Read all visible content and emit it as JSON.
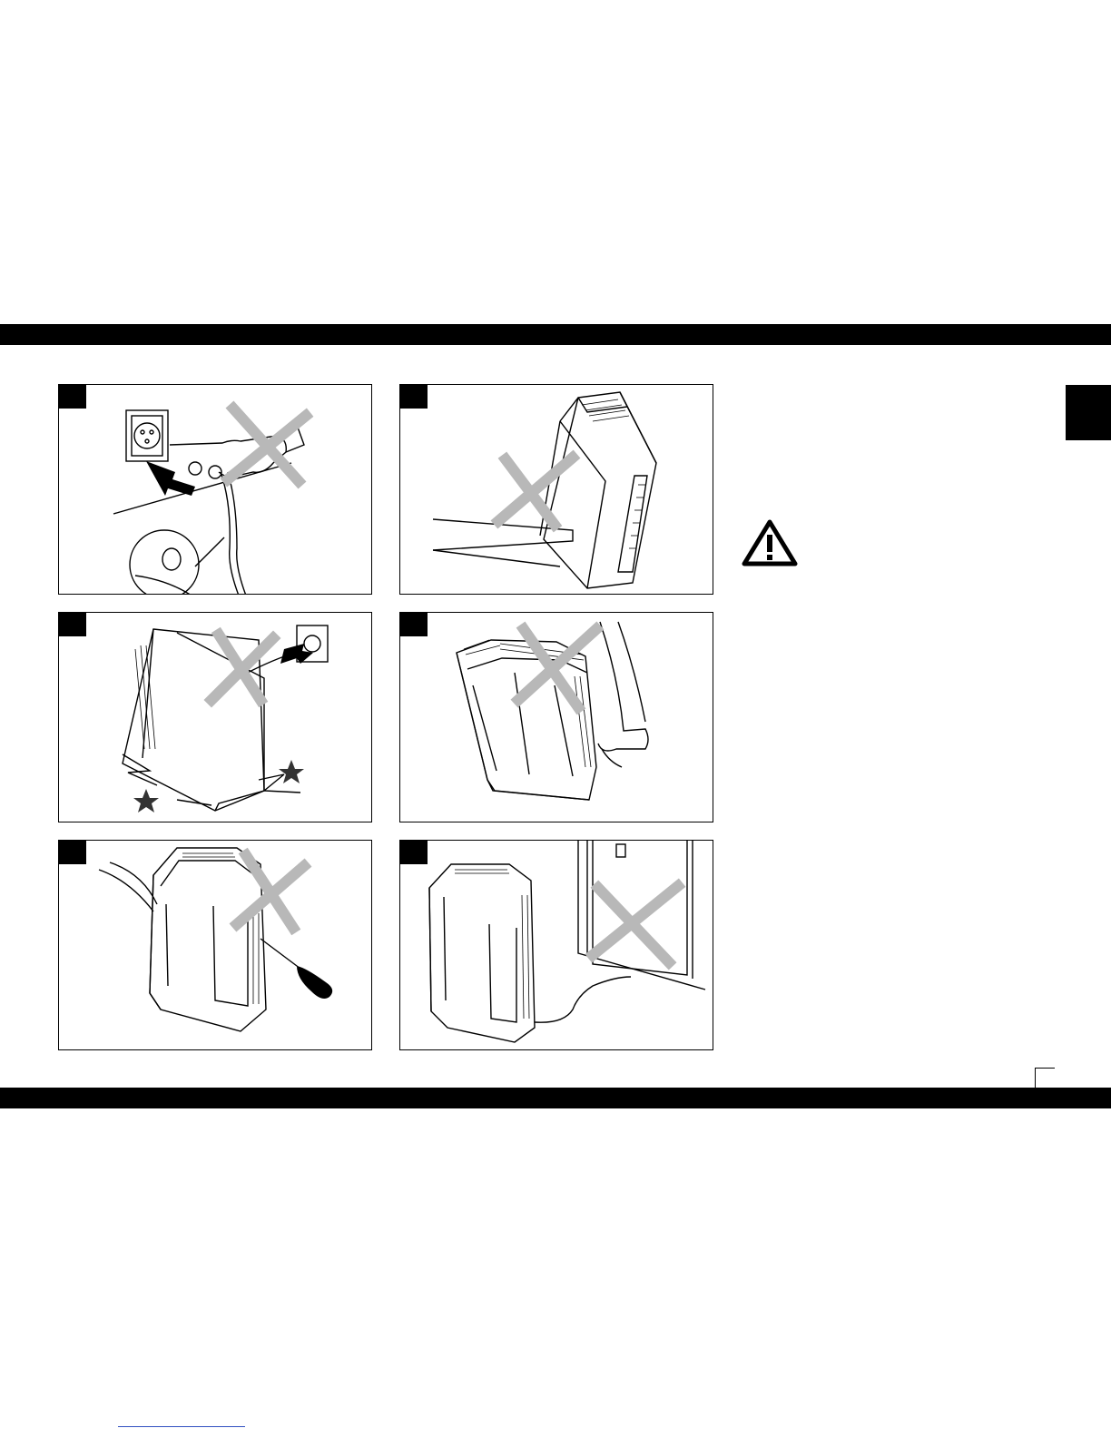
{
  "page": {
    "colors": {
      "band": "#000000",
      "cross": "#b8b8b8",
      "link_rule": "#3050c0"
    }
  },
  "panels": [
    {
      "id": "1",
      "scene": "plug-socket-do-not-pull-cord"
    },
    {
      "id": "2",
      "scene": "unit-tipping-off-shelf"
    },
    {
      "id": "3",
      "scene": "unit-dropped"
    },
    {
      "id": "4",
      "scene": "foot-kicking-unit"
    },
    {
      "id": "5",
      "scene": "pliers-screwdriver-tools"
    },
    {
      "id": "6",
      "scene": "cord-under-door"
    }
  ],
  "warning": {
    "icon": "warning-triangle-icon"
  }
}
